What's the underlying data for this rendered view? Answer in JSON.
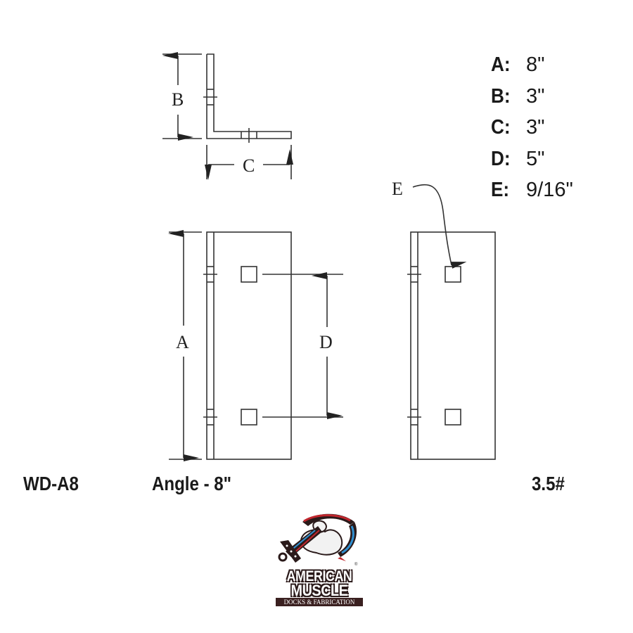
{
  "drawing": {
    "part_number": "WD-A8",
    "description": "Angle - 8\"",
    "weight": "3.5#",
    "dimension_labels": {
      "A": "A",
      "B": "B",
      "C": "C",
      "D": "D",
      "E": "E"
    }
  },
  "specs": [
    {
      "key": "A:",
      "value": "8\""
    },
    {
      "key": "B:",
      "value": "3\""
    },
    {
      "key": "C:",
      "value": "3\""
    },
    {
      "key": "D:",
      "value": "5\""
    },
    {
      "key": "E:",
      "value": "9/16\""
    }
  ],
  "logo": {
    "line1": "AMERICAN",
    "line2": "MUSCLE",
    "line3": "DOCKS & FABRICATION",
    "colors": {
      "red": "#c0262d",
      "blue": "#2f8fd0",
      "dark": "#2a1a1a"
    }
  }
}
